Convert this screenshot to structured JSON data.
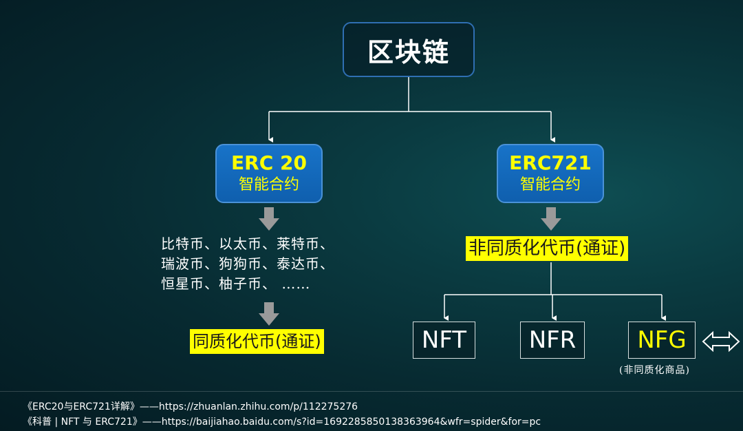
{
  "root": {
    "label": "区块链"
  },
  "erc20": {
    "title": "ERC 20",
    "subtitle": "智能合约"
  },
  "erc721": {
    "title": "ERC721",
    "subtitle": "智能合约"
  },
  "fungible_examples": [
    "比特币、以太币、莱特币、",
    "瑞波币、狗狗币、泰达币、",
    "恒星币、柚子币、 ……"
  ],
  "fungible_token": "同质化代币(通证)",
  "non_fungible_token": "非同质化代币(通证)",
  "leaves": [
    {
      "label": "NFT"
    },
    {
      "label": "NFR"
    },
    {
      "label": "NFG"
    }
  ],
  "nfg_note": "(非同质化商品)",
  "references": [
    "《ERC20与ERC721详解》——https://zhuanlan.zhihu.com/p/112275276",
    "《科普 | NFT 与 ERC721》——https://baijiahao.baidu.com/s?id=1692285850138363964&wfr=spider&for=pc"
  ],
  "colors": {
    "highlight": "#ffff00",
    "box_blue": "#1873c8",
    "root_border": "#2f6fb3",
    "arrow_gray": "#9a9a9a"
  },
  "icons": {
    "down_arrow": "down-arrow-icon",
    "double_arrow": "left-right-arrow-icon"
  }
}
